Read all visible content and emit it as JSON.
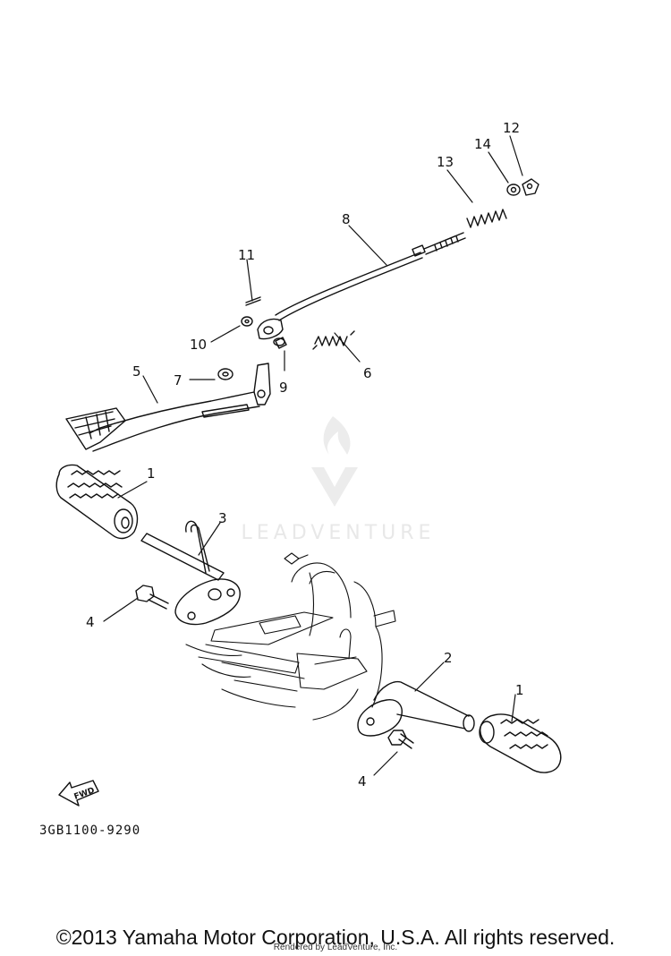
{
  "diagram": {
    "part_code": "3GB1100-9290",
    "fwd_label": "FWD",
    "watermark": "LEADVENTURE",
    "callouts": [
      {
        "id": "c1a",
        "text": "1"
      },
      {
        "id": "c1b",
        "text": "1"
      },
      {
        "id": "c2",
        "text": "2"
      },
      {
        "id": "c3",
        "text": "3"
      },
      {
        "id": "c4a",
        "text": "4"
      },
      {
        "id": "c4b",
        "text": "4"
      },
      {
        "id": "c5",
        "text": "5"
      },
      {
        "id": "c6",
        "text": "6"
      },
      {
        "id": "c7",
        "text": "7"
      },
      {
        "id": "c8",
        "text": "8"
      },
      {
        "id": "c9",
        "text": "9"
      },
      {
        "id": "c10",
        "text": "10"
      },
      {
        "id": "c11",
        "text": "11"
      },
      {
        "id": "c12",
        "text": "12"
      },
      {
        "id": "c13",
        "text": "13"
      },
      {
        "id": "c14",
        "text": "14"
      }
    ]
  },
  "footer": {
    "copyright": "©2013 Yamaha Motor Corporation, U.S.A. All rights reserved.",
    "rendered_by": "Rendered by LeadVenture, Inc."
  },
  "colors": {
    "ink": "#111111",
    "watermark": "#e8e8e8"
  }
}
